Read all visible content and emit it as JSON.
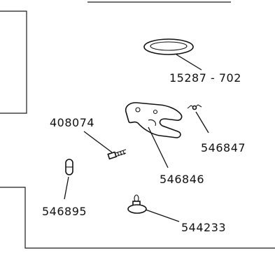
{
  "parts": [
    {
      "id": "o-ring",
      "number": "15287 - 702"
    },
    {
      "id": "spring-clip",
      "number": "546847"
    },
    {
      "id": "plate",
      "number": "546846"
    },
    {
      "id": "screw",
      "number": "408074"
    },
    {
      "id": "pin",
      "number": "546895"
    },
    {
      "id": "foot-post",
      "number": "544233"
    }
  ],
  "colors": {
    "line": "#111111",
    "background": "#ffffff"
  }
}
